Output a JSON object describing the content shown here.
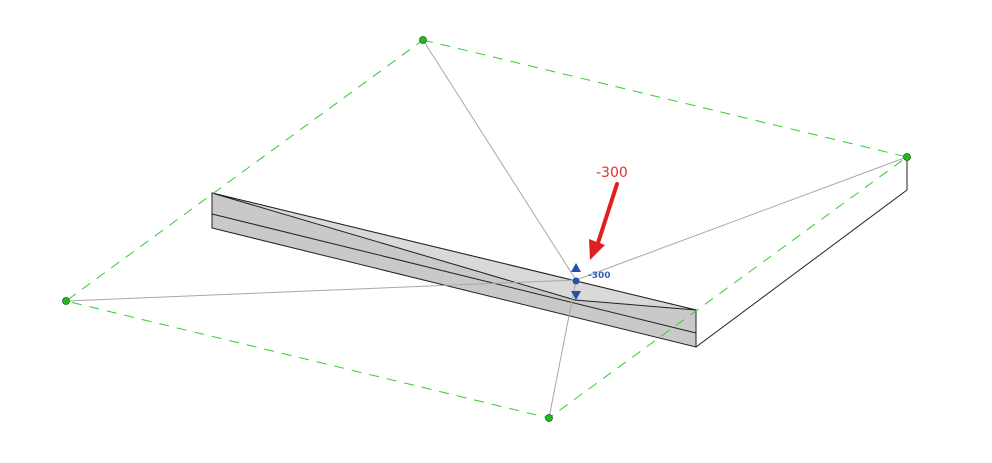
{
  "viewport": {
    "annotation_label": "-300",
    "dimension_value": "-300"
  },
  "colors": {
    "boundary_dash": "#33cc33",
    "handle_fill": "#22bb22",
    "shape_line": "#a8a8a8",
    "slab_face": "#c8c8c8",
    "slab_top": "#d4d4d4",
    "slab_edge": "#222222",
    "control_blue": "#2450a8",
    "annotation_red": "#e02020"
  },
  "icons": {
    "up_arrow": "triangle-up",
    "down_arrow": "triangle-down",
    "handle": "circle"
  }
}
